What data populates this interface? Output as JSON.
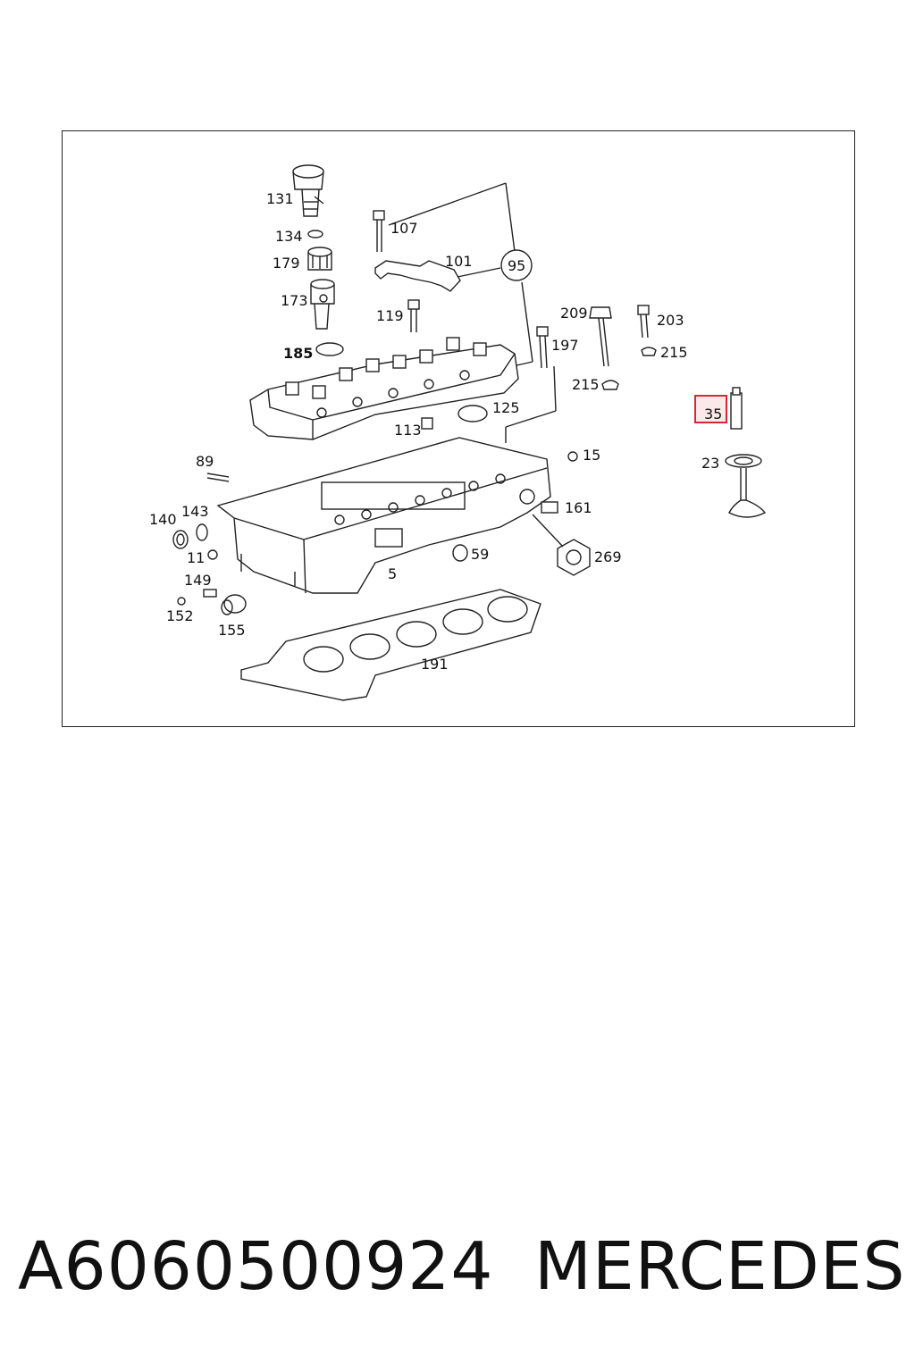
{
  "diagram": {
    "callouts": {
      "c131": "131",
      "c134": "134",
      "c179": "179",
      "c173": "173",
      "c185": "185",
      "c107": "107",
      "c101": "101",
      "c95": "95",
      "c119": "119",
      "c209": "209",
      "c203": "203",
      "c197": "197",
      "c215a": "215",
      "c215b": "215",
      "c125": "125",
      "c113": "113",
      "c35": "35",
      "c15": "15",
      "c23": "23",
      "c89": "89",
      "c140": "140",
      "c143": "143",
      "c11": "11",
      "c161": "161",
      "c59": "59",
      "c269": "269",
      "c5": "5",
      "c149": "149",
      "c152": "152",
      "c155": "155",
      "c191": "191"
    },
    "highlight_color": "#d9262f"
  },
  "footer": {
    "part_number": "A6060500924",
    "brand": "MERCEDES"
  }
}
